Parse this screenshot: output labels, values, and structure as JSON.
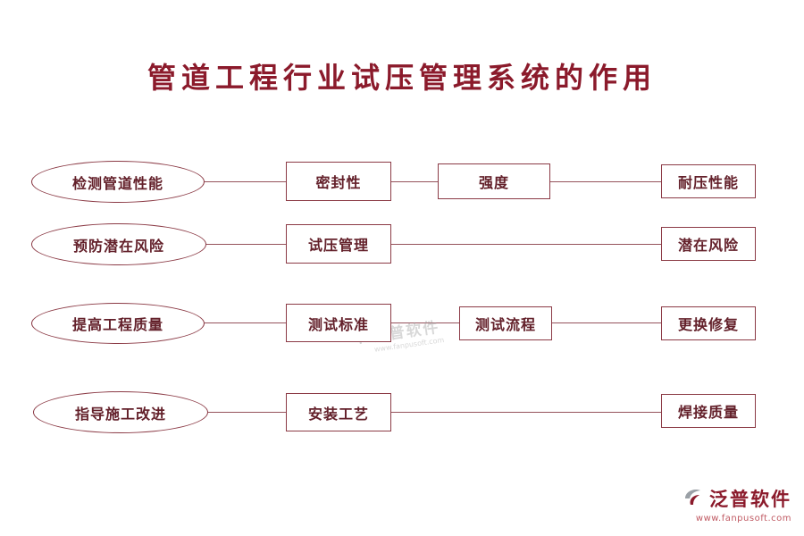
{
  "title": "管道工程行业试压管理系统的作用",
  "rows": [
    {
      "ellipse": "检测管道性能",
      "boxes": [
        "密封性",
        "强度",
        "耐压性能"
      ]
    },
    {
      "ellipse": "预防潜在风险",
      "boxes": [
        "试压管理",
        "潜在风险"
      ]
    },
    {
      "ellipse": "提高工程质量",
      "boxes": [
        "测试标准",
        "测试流程",
        "更换修复"
      ]
    },
    {
      "ellipse": "指导施工改进",
      "boxes": [
        "安装工艺",
        "焊接质量"
      ]
    }
  ],
  "watermark": {
    "text": "泛普软件"
  },
  "footer": {
    "brand": "泛普软件",
    "url": "www.fanpusoft.com"
  },
  "colors": {
    "accent": "#8B1A2B",
    "line": "#8B3A45",
    "watermark_gray": "#9a9a9a"
  }
}
